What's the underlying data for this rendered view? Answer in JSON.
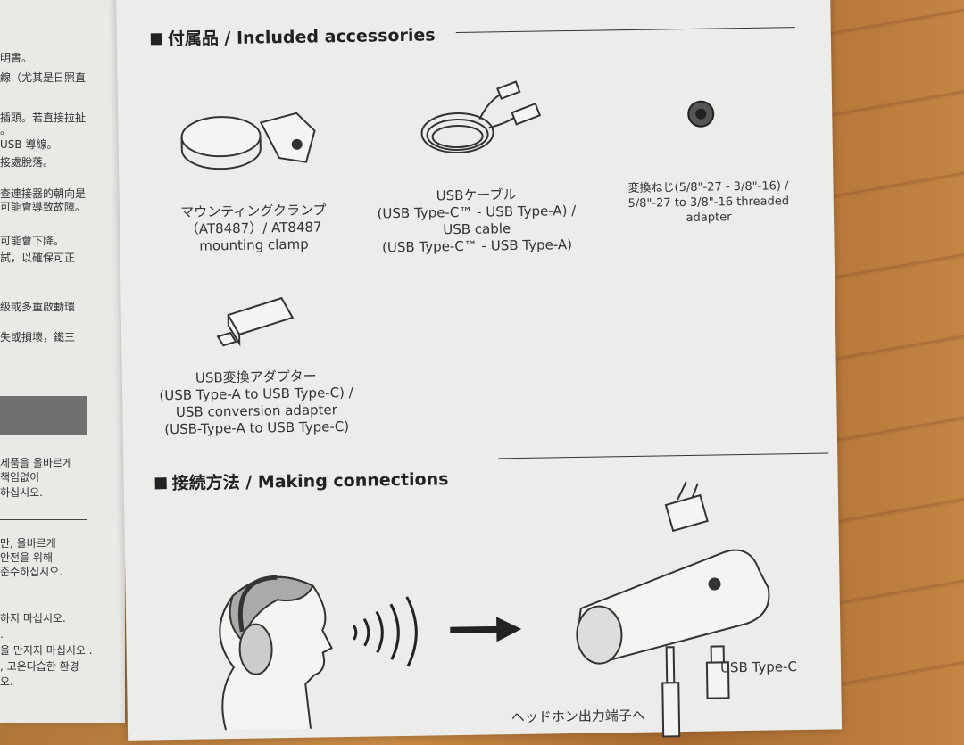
{
  "left_page": {
    "lines": [
      "明書。",
      "線（尤其是日照直",
      "插頭。若直接拉扯",
      "。",
      "USB 導線。",
      "接處脫落。",
      "查連接器的朝向是",
      "可能會導致故障。",
      "可能會下降。",
      "試，以確保可正",
      "級或多重啟動環",
      "失或損壞，鐵三",
      "제품을 올바르게",
      "책임없이",
      "하십시오.",
      "만, 올바르게",
      "안전을 위해",
      "준수하십시오.",
      "하지 마십시오.",
      ".",
      "을 만지지 마십시오 .",
      ", 고온다습한 환경",
      "오."
    ]
  },
  "accessories": {
    "heading": "付属品 / Included accessories",
    "items": [
      {
        "lines": [
          "マウンティングクランプ",
          "（AT8487）/ AT8487",
          "mounting clamp"
        ],
        "icon": "mounting-clamp"
      },
      {
        "lines": [
          "USBケーブル",
          "(USB Type-C™ - USB Type-A) /",
          "USB cable",
          "(USB Type-C™ - USB Type-A)"
        ],
        "icon": "usb-cable"
      },
      {
        "lines": [
          "変換ねじ(5/8\"-27 - 3/8\"-16) /",
          "5/8\"-27 to 3/8\"-16 threaded",
          "adapter"
        ],
        "icon": "thread-adapter"
      },
      {
        "lines": [
          "USB変換アダプター",
          "(USB Type-A to USB Type-C) /",
          "USB conversion adapter",
          "(USB-Type-A to USB Type-C)"
        ],
        "icon": "usb-adapter"
      }
    ]
  },
  "connections": {
    "heading": "接続方法 / Making connections",
    "usb_label": "USB Type-C",
    "bottom_label": "ヘッドホン出力端子へ"
  }
}
